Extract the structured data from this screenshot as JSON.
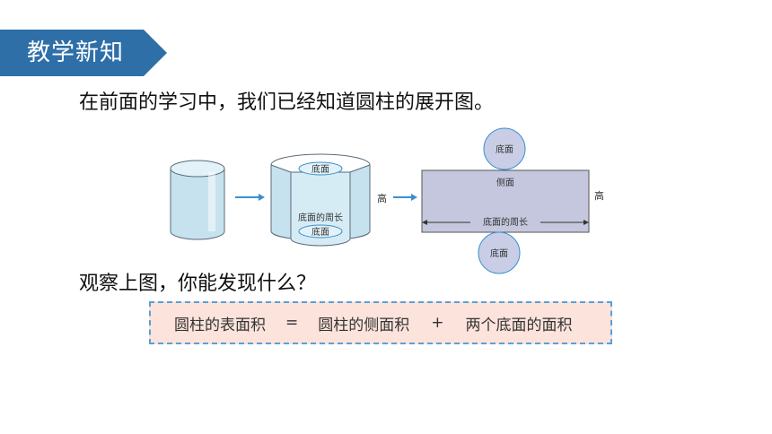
{
  "header": {
    "title": "教学新知"
  },
  "intro_text": "在前面的学习中，我们已经知道圆柱的展开图。",
  "question_text": "观察上图，你能发现什么？",
  "diagram": {
    "base_label": "底面",
    "circumference_label": "底面的周长",
    "height_label": "高",
    "lateral_label": "侧面",
    "net_bottom_label": "底面的周长",
    "top_circle_label": "底面",
    "bottom_circle_label": "底面"
  },
  "formula": {
    "lhs": "圆柱的表面积",
    "eq": "=",
    "term1": "圆柱的侧面积",
    "plus": "+",
    "term2": "两个底面的面积"
  },
  "colors": {
    "banner": "#2f6fa8",
    "accent_blue": "#3a8fd0",
    "rect_fill": "#c5c7de",
    "circle_fill": "#c9cde6",
    "cylinder_fill": "#c6e2ef",
    "formula_bg": "#fce3dc"
  }
}
